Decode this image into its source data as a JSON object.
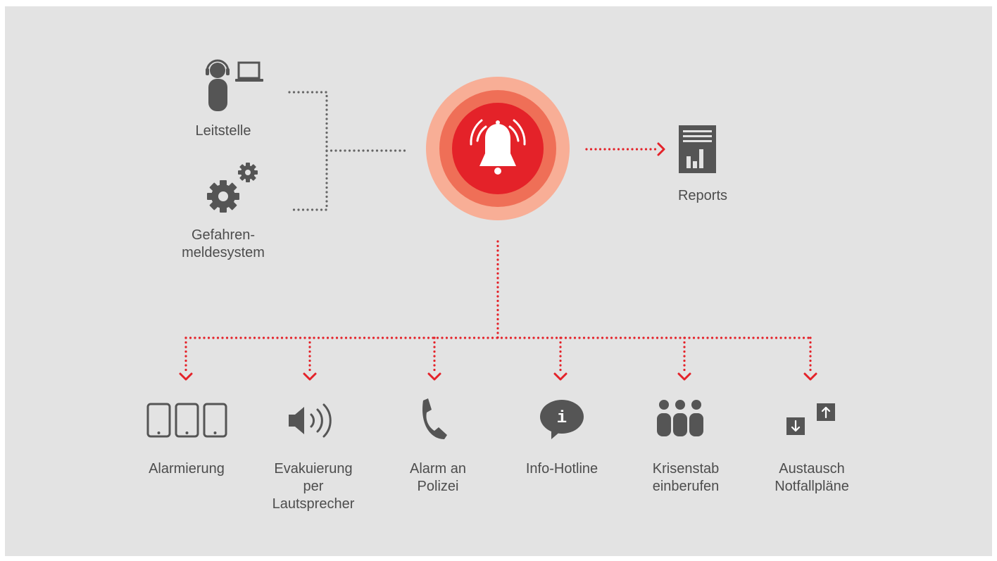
{
  "colors": {
    "background": "#e3e3e3",
    "icon_gray": "#555555",
    "text_gray": "#4d4d4d",
    "connector_gray": "#666666",
    "alert_red": "#e42229",
    "ring_outer": "#f8ae96",
    "ring_middle": "#ef6f57"
  },
  "sources": [
    {
      "id": "leitstelle",
      "label": "Leitstelle",
      "icon": "operator-with-laptop-icon"
    },
    {
      "id": "gefahrenmeldesystem",
      "label": "Gefahren-\nmeldesystem",
      "icon": "gears-icon"
    }
  ],
  "center": {
    "icon": "alarm-bell-icon"
  },
  "output": {
    "id": "reports",
    "label": "Reports",
    "icon": "report-document-icon"
  },
  "actions": [
    {
      "id": "alarmierung",
      "label": "Alarmierung",
      "icon": "three-phones-icon"
    },
    {
      "id": "evakuierung",
      "label": "Evakuierung\nper\nLautsprecher",
      "icon": "speaker-icon"
    },
    {
      "id": "alarm-polizei",
      "label": "Alarm an\nPolizei",
      "icon": "phone-handset-icon"
    },
    {
      "id": "info-hotline",
      "label": "Info-Hotline",
      "icon": "info-bubble-icon"
    },
    {
      "id": "krisenstab",
      "label": "Krisenstab\neinberufen",
      "icon": "group-people-icon"
    },
    {
      "id": "austausch",
      "label": "Austausch\nNotfallpläne",
      "icon": "exchange-arrows-icon"
    }
  ]
}
